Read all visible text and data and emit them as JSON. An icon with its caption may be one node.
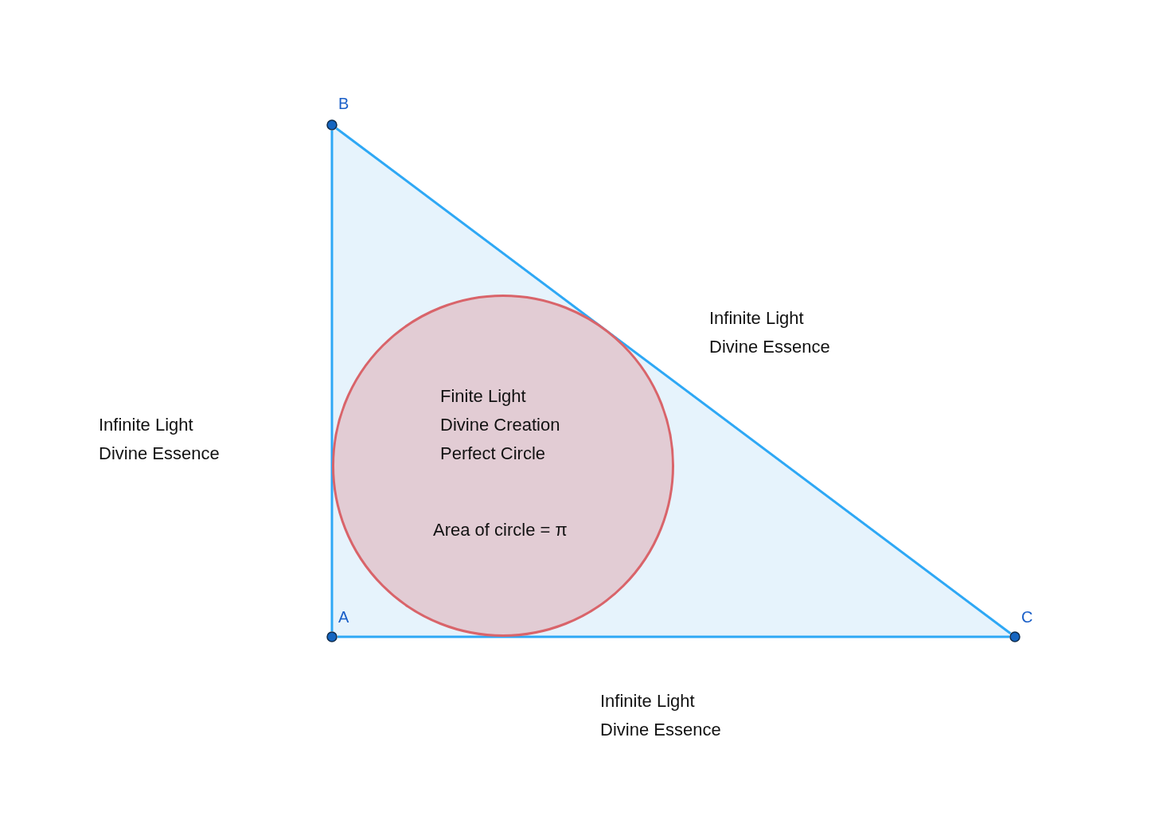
{
  "diagram": {
    "nodes": [
      {
        "text": [
          "B"
        ]
      },
      {
        "text": [
          "A"
        ]
      },
      {
        "text": [
          "C"
        ]
      },
      {
        "text": [
          "Finite Light",
          "Divine Creation",
          "Perfect Circle",
          "Area of circle = π"
        ]
      }
    ],
    "edges": [
      {
        "from": 0,
        "to": 1,
        "arrow": "none"
      },
      {
        "from": 1,
        "to": 2,
        "arrow": "none"
      },
      {
        "from": 0,
        "to": 2,
        "arrow": "none"
      }
    ],
    "labels": [
      "Infinite Light",
      "Divine Essence",
      "Infinite Light",
      "Divine Essence",
      "Infinite Light",
      "Divine Essence"
    ]
  }
}
